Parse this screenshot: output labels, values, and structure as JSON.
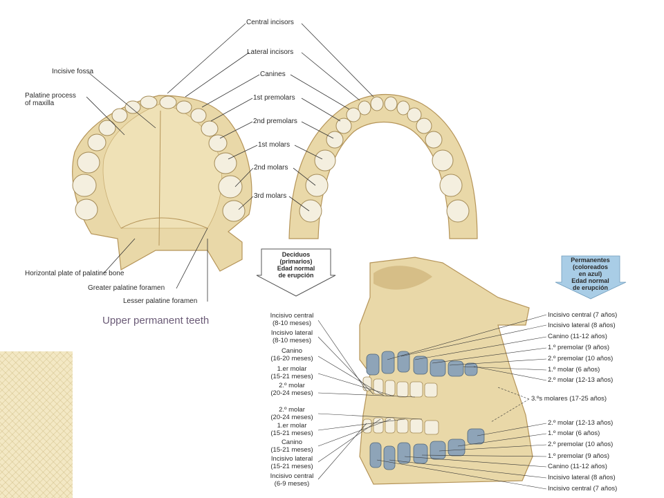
{
  "upper_figure": {
    "labels_right": {
      "central_incisors": "Central incisors",
      "lateral_incisors": "Lateral incisors",
      "canines": "Canines",
      "first_premolars": "1st premolars",
      "second_premolars": "2nd premolars",
      "first_molars": "1st molars",
      "second_molars": "2nd molars",
      "third_molars": "3rd molars"
    },
    "labels_left": {
      "incisive_fossa": "Incisive fossa",
      "palatine_process_1": "Palatine process",
      "palatine_process_2": "of maxilla",
      "horizontal_plate": "Horizontal plate of palatine bone",
      "greater_palatine": "Greater palatine foramen",
      "lesser_palatine": "Lesser palatine foramen"
    },
    "caption": "Upper permanent teeth"
  },
  "lower_figure": {
    "deciduous_header": "Deciduos\n(primarios)\nEdad normal\nde erupción",
    "permanent_header": "Permanentes\n(coloreados\nen azul)\nEdad normal\nde erupción",
    "deciduous_labels": [
      "Incisivo central\n(8-10 meses)",
      "Incisivo lateral\n(8-10 meses)",
      "Canino\n(16-20 meses)",
      "1.er molar\n(15-21 meses)",
      "2.º molar\n(20-24 meses)",
      "2.º molar\n(20-24 meses)",
      "1.er molar\n(15-21 meses)",
      "Canino\n(15-21 meses)",
      "Incisivo lateral\n(15-21 meses)",
      "Incisivo central\n(6-9 meses)"
    ],
    "permanent_labels": [
      "Incisivo central (7 años)",
      "Incisivo lateral (8 años)",
      "Canino (11-12 años)",
      "1.º premolar (9 años)",
      "2.º premolar (10 años)",
      "1.º molar (6 años)",
      "2.º molar (12-13 años)",
      "3.ºs molares (17-25 años)",
      "2.º molar (12-13 años)",
      "1.º molar (6 años)",
      "2.º premolar (10 años)",
      "1.º premolar (9 años)",
      "Canino (11-12 años)",
      "Incisivo lateral (8 años)",
      "Incisivo central (7 años)"
    ]
  },
  "colors": {
    "bone": "#e9d8a8",
    "bone_shadow": "#c9ad72",
    "tooth": "#f4efdf",
    "permanent_tooth": "#8ea4b8",
    "header_arrow_blue": "#a9cde6",
    "caption": "#6a5a76",
    "decor": "#f3e8c4"
  }
}
